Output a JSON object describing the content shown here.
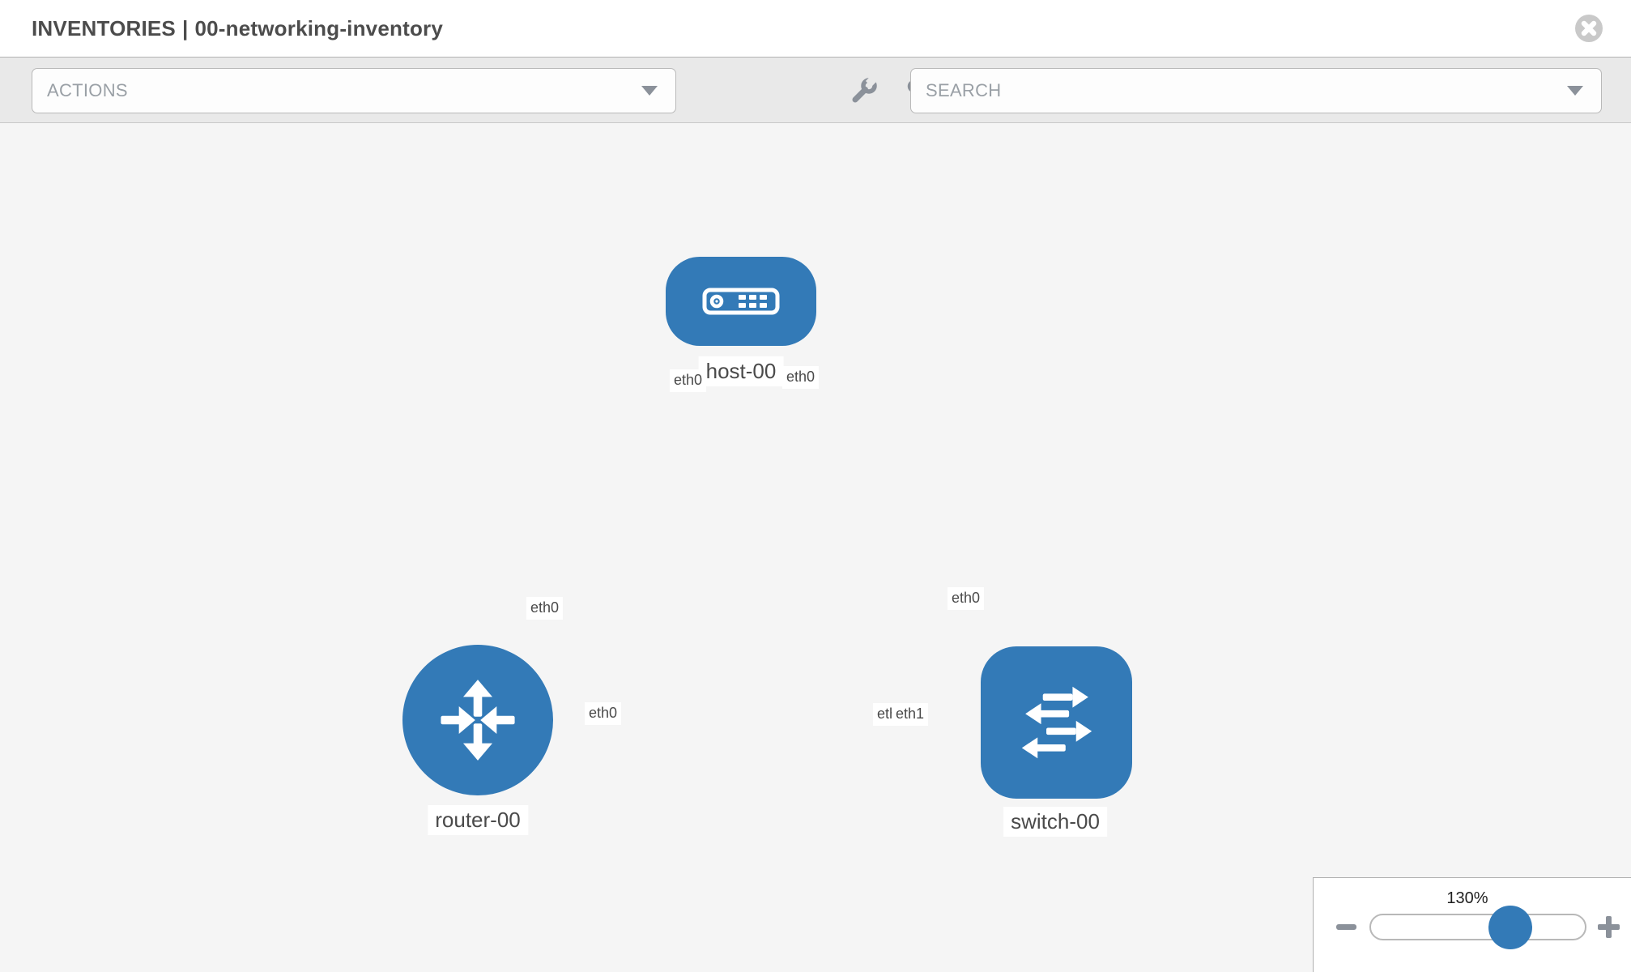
{
  "header": {
    "title_section": "INVENTORIES",
    "title_separator": "|",
    "title_item": "00-networking-inventory"
  },
  "toolbar": {
    "actions_placeholder": "ACTIONS",
    "search_placeholder": "SEARCH",
    "tool_icons": [
      "wrench",
      "key"
    ]
  },
  "topology": {
    "nodes": [
      {
        "id": "host-00",
        "type": "host",
        "label": "host-00",
        "icon": "server-icon"
      },
      {
        "id": "router-00",
        "type": "router",
        "label": "router-00",
        "icon": "router-arrows-icon"
      },
      {
        "id": "switch-00",
        "type": "switch",
        "label": "switch-00",
        "icon": "switch-arrows-icon"
      }
    ],
    "links": [
      {
        "from": "host-00",
        "to": "router-00",
        "from_interface": "eth0",
        "to_interface": "eth0"
      },
      {
        "from": "host-00",
        "to": "switch-00",
        "from_interface": "eth0",
        "to_interface": "eth0"
      },
      {
        "from": "router-00",
        "to": "switch-00",
        "from_interface": "eth0",
        "to_interface": "eth1"
      }
    ],
    "interface_chips": [
      {
        "label": "eth0",
        "at": "host-end-of-host-router-link"
      },
      {
        "label": "eth0",
        "at": "router-end-of-host-router-link"
      },
      {
        "label": "eth0",
        "at": "host-end-of-host-switch-link"
      },
      {
        "label": "eth0",
        "at": "switch-end-of-host-switch-link"
      },
      {
        "label": "eth0",
        "at": "router-end-of-router-switch-link"
      },
      {
        "label": "eth0",
        "at": "switch-end-of-router-switch-link-under"
      },
      {
        "label": "eth1",
        "at": "switch-end-of-router-switch-link-over"
      }
    ]
  },
  "zoom_control": {
    "level": "130%"
  },
  "colors": {
    "node_blue": "#337ab7",
    "link_gray": "#d8d8d8",
    "connector_gray": "#b9b9b9",
    "canvas_bg": "#f5f5f5",
    "toolbar_bg": "#e9e9e9",
    "chip_text": "#4a4a4a",
    "icon_gray": "#8b919a"
  }
}
